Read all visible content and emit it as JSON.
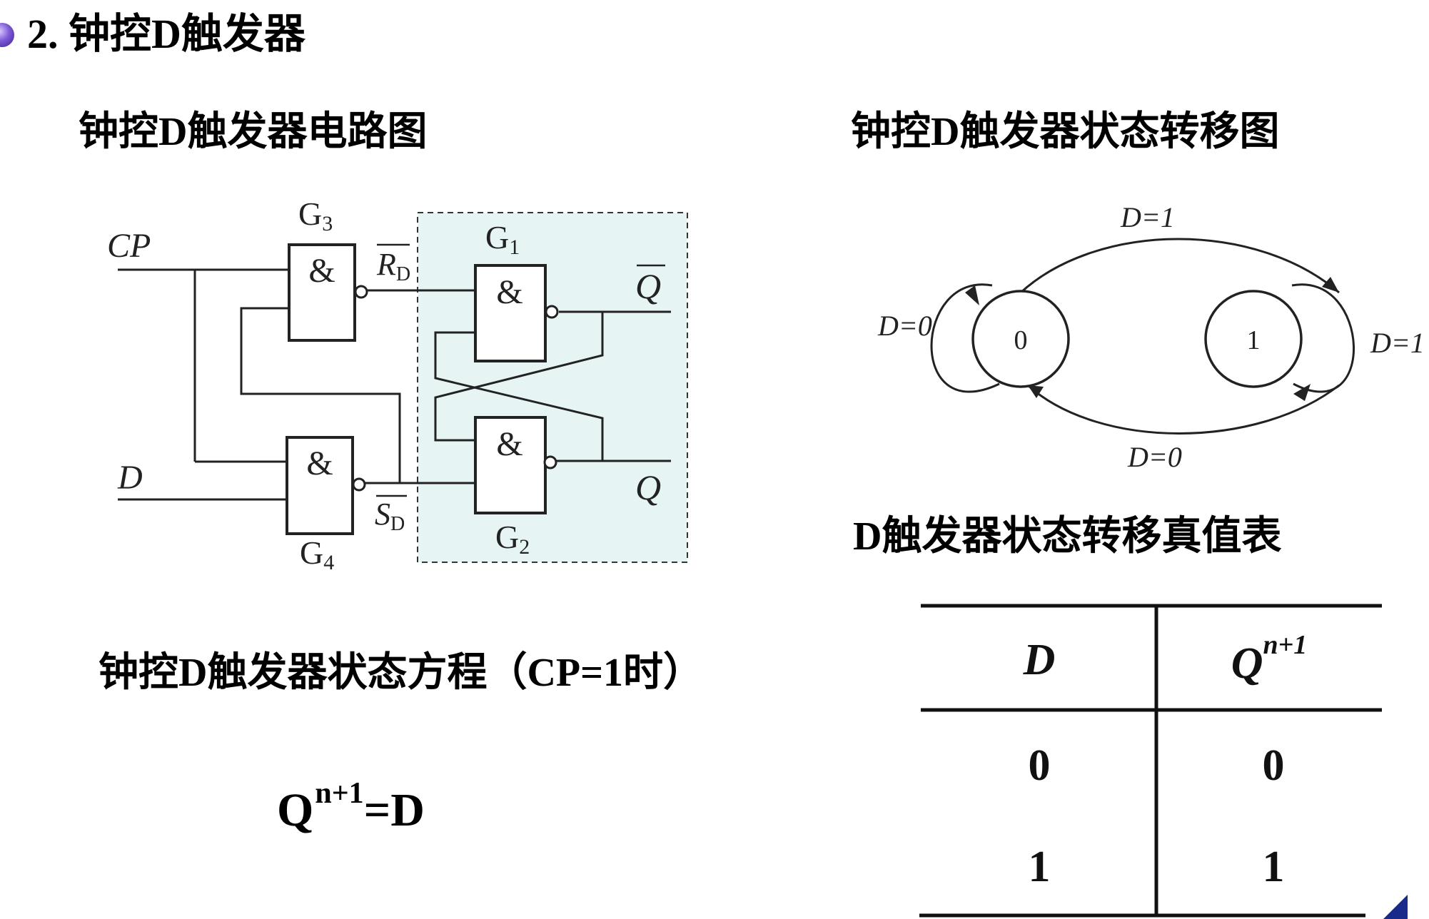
{
  "title": {
    "number": "2.",
    "text": "钟控D触发器"
  },
  "sections": {
    "circuit_heading": "钟控D触发器电路图",
    "state_diagram_heading": "钟控D触发器状态转移图",
    "truth_table_heading": "D触发器状态转移真值表",
    "equation_heading": "钟控D触发器状态方程（CP=1时）"
  },
  "circuit": {
    "inputs": {
      "clock": "CP",
      "data": "D"
    },
    "gates": [
      {
        "name": "G",
        "sub": "3",
        "symbol": "&"
      },
      {
        "name": "G",
        "sub": "4",
        "symbol": "&"
      },
      {
        "name": "G",
        "sub": "1",
        "symbol": "&"
      },
      {
        "name": "G",
        "sub": "2",
        "symbol": "&"
      }
    ],
    "signals": {
      "reset": {
        "base": "R",
        "sub": "D"
      },
      "set": {
        "base": "S",
        "sub": "D"
      },
      "q_bar": "Q",
      "q": "Q"
    },
    "colors": {
      "latch_fill": "#e6f4f4",
      "latch_border": "#333333"
    }
  },
  "state_diagram": {
    "states": [
      "0",
      "1"
    ],
    "transitions": [
      {
        "from": "0",
        "to": "0",
        "label": "D=0"
      },
      {
        "from": "0",
        "to": "1",
        "label": "D=1"
      },
      {
        "from": "1",
        "to": "0",
        "label": "D=0"
      },
      {
        "from": "1",
        "to": "1",
        "label": "D=1"
      }
    ]
  },
  "truth_table": {
    "headers": [
      {
        "base": "D",
        "sup": ""
      },
      {
        "base": "Q",
        "sup": "n+1"
      }
    ],
    "rows": [
      [
        "0",
        "0"
      ],
      [
        "1",
        "1"
      ]
    ]
  },
  "equation": {
    "base": "Q",
    "sup": "n+1",
    "rhs": "=D"
  },
  "colors": {
    "bullet": "#6a4bc9",
    "corner_mark": "#1a2a8a"
  }
}
